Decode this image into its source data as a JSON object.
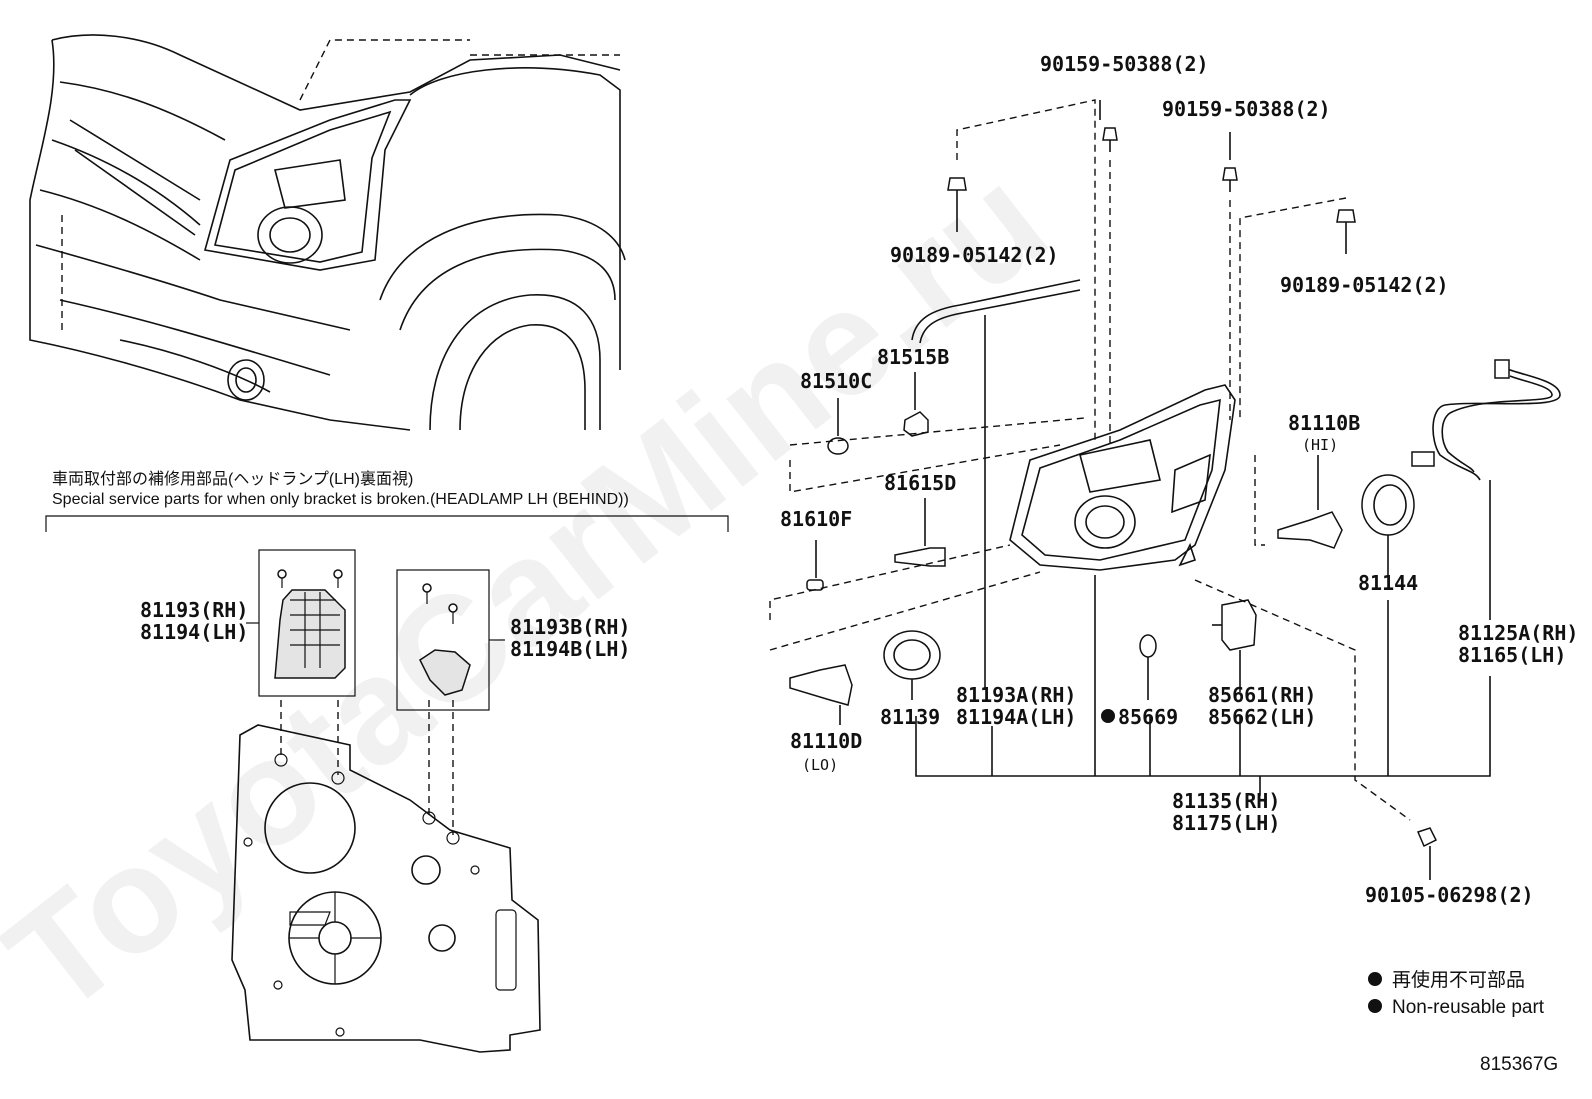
{
  "watermark": "ToyotaCarMine.ru",
  "special_parts": {
    "title_jp": "車両取付部の補修用部品(ヘッドランプ(LH)裏面視)",
    "title_en": "Special service parts for when only bracket is broken.(HEADLAMP LH (BEHIND))"
  },
  "labels": {
    "p90159_a": "90159-50388(2)",
    "p90159_b": "90159-50388(2)",
    "p90189_a": "90189-05142(2)",
    "p90189_b": "90189-05142(2)",
    "p81515B": "81515B",
    "p81510C": "81510C",
    "p81110B": "81110B",
    "p81110B_sub": "(HI)",
    "p81615D": "81615D",
    "p81610F": "81610F",
    "p81144": "81144",
    "p81125A": "81125A(RH)",
    "p81165": "81165(LH)",
    "p81193A": "81193A(RH)",
    "p81194A": "81194A(LH)",
    "p85669": "85669",
    "p85661": "85661(RH)",
    "p85662": "85662(LH)",
    "p81139": "81139",
    "p81110D": "81110D",
    "p81110D_sub": "(LO)",
    "p81135": "81135(RH)",
    "p81175": "81175(LH)",
    "p90105": "90105-06298(2)",
    "p81193": "81193(RH)",
    "p81194": "81194(LH)",
    "p81193B": "81193B(RH)",
    "p81194B": "81194B(LH)"
  },
  "legend": {
    "jp": "再使用不可部品",
    "en": "Non-reusable part"
  },
  "figure_id": "815367G"
}
